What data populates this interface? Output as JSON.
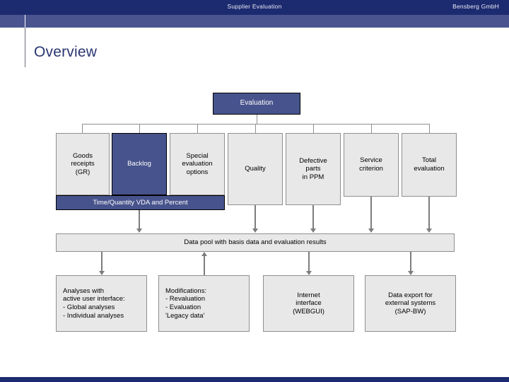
{
  "header": {
    "title": "Supplier Evaluation",
    "company": "Bensberg GmbH"
  },
  "page": {
    "title": "Overview"
  },
  "diagram": {
    "root": {
      "label": "Evaluation"
    },
    "row2": [
      {
        "label": "Goods\nreceipts\n(GR)",
        "style": "grey"
      },
      {
        "label": "Backlog",
        "style": "blue"
      },
      {
        "label": "Special\nevaluation\noptions",
        "style": "grey"
      },
      {
        "label": "Quality",
        "style": "grey"
      },
      {
        "label": "Defective\nparts\nin PPM",
        "style": "grey"
      },
      {
        "label": "Service\ncriterion",
        "style": "grey"
      },
      {
        "label": "Total\nevaluation",
        "style": "grey"
      }
    ],
    "subbar": {
      "label": "Time/Quantity  VDA and Percent",
      "style": "blue"
    },
    "datapool": {
      "label": "Data pool with basis data and evaluation results",
      "style": "grey"
    },
    "row4": [
      {
        "label": "Analyses with\nactive user interface:\n- Global analyses\n- Individual analyses",
        "align": "left",
        "direction": "down"
      },
      {
        "label": "Modifications:\n- Revaluation\n- Evaluation\n  'Legacy data'",
        "align": "left",
        "direction": "up"
      },
      {
        "label": "Internet\ninterface\n(WEBGUI)",
        "align": "center",
        "direction": "down"
      },
      {
        "label": "Data export for\nexternal systems\n(SAP-BW)",
        "align": "center",
        "direction": "down"
      }
    ]
  },
  "colors": {
    "header_dark": "#1c2a70",
    "header_band": "#4a5590",
    "accent_blue": "#47538c",
    "box_grey": "#e8e8e8",
    "connector": "#8f8f8f",
    "arrow": "#7d7d7d",
    "title_text": "#2a3570"
  }
}
